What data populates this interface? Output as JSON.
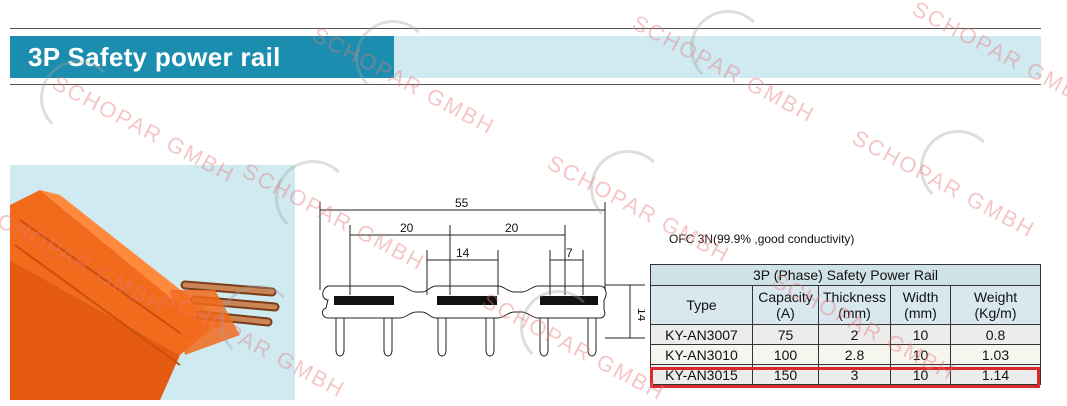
{
  "header": {
    "title": "3P Safety power rail"
  },
  "material_note": "OFC 3N(99.9% ,good conductivity)",
  "drawing": {
    "overall": "55",
    "pitch_left": "20",
    "pitch_right": "20",
    "center_width": "14",
    "conductor_width": "7",
    "height": "14"
  },
  "table": {
    "title": "3P (Phase) Safety Power Rail",
    "columns": [
      {
        "line1": "Type",
        "line2": ""
      },
      {
        "line1": "Capacity",
        "line2": "(A)"
      },
      {
        "line1": "Thickness",
        "line2": "(mm)"
      },
      {
        "line1": "Width",
        "line2": "(mm)"
      },
      {
        "line1": "Weight",
        "line2": "(Kg/m)"
      }
    ],
    "rows": [
      [
        "KY-AN3007",
        "75",
        "2",
        "10",
        "0.8"
      ],
      [
        "KY-AN3010",
        "100",
        "2.8",
        "10",
        "1.03"
      ],
      [
        "KY-AN3015",
        "150",
        "3",
        "10",
        "1.14"
      ]
    ],
    "highlight_color": "#d92b2b"
  },
  "watermark": {
    "text": "SCHOPAR GMBH"
  },
  "colors": {
    "header_dark": "#1b8eb0",
    "header_light": "#cfeaf1",
    "rail_orange": "#f26a1b",
    "copper": "#b86b3c"
  }
}
